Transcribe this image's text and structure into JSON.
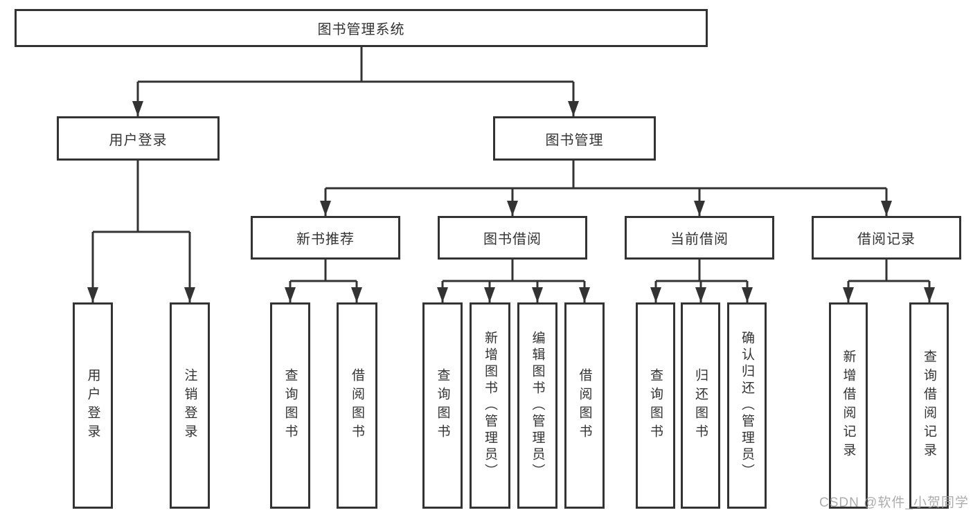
{
  "tree": {
    "root": "图书管理系统",
    "user_login": {
      "label": "用户登录",
      "children": [
        "用户登录",
        "注销登录"
      ]
    },
    "book_mgmt": {
      "label": "图书管理",
      "new_books": {
        "label": "新书推荐",
        "children": [
          "查询图书",
          "借阅图书"
        ]
      },
      "borrowing": {
        "label": "图书借阅",
        "children": [
          "查询图书",
          "新增图书（管理员）",
          "编辑图书（管理员）",
          "借阅图书"
        ]
      },
      "current": {
        "label": "当前借阅",
        "children": [
          "查询图书",
          "归还图书",
          "确认归还（管理员）"
        ]
      },
      "records": {
        "label": "借阅记录",
        "children": [
          "新增借阅记录",
          "查询借阅记录"
        ]
      }
    }
  },
  "watermark": "CSDN @软件_小贺同学",
  "colors": {
    "line": "#333333",
    "text": "#333333",
    "box_background": "#ffffff",
    "watermark": "#9e9e9e",
    "background": "#ffffff"
  }
}
